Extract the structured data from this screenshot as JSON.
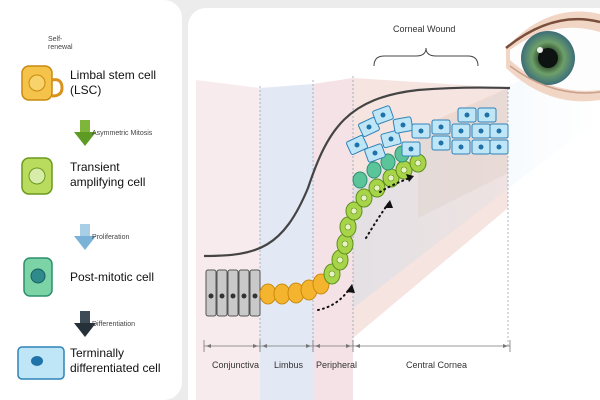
{
  "legend": {
    "self_renewal": "Self-\nrenewal",
    "steps": [
      {
        "label": "Limbal stem cell\n(LSC)"
      },
      {
        "arrow_label": "Asymmetric Mitosis"
      },
      {
        "label": "Transient\namplifying cell"
      },
      {
        "arrow_label": "Proliferation"
      },
      {
        "label": "Post-mitotic cell"
      },
      {
        "arrow_label": "Differentiation"
      },
      {
        "label": "Terminally\ndifferentiated cell"
      }
    ]
  },
  "diagram": {
    "top_label": "Corneal Wound",
    "regions": [
      "Conjunctiva",
      "Limbus",
      "Peripheral",
      "Central Cornea"
    ]
  },
  "colors": {
    "lsc": "#f2b331",
    "ta": "#9fcc3b",
    "post_mitotic": "#3fb59a",
    "terminal": "#8fd0f0",
    "conjunctiva": "#c9c9c9"
  }
}
